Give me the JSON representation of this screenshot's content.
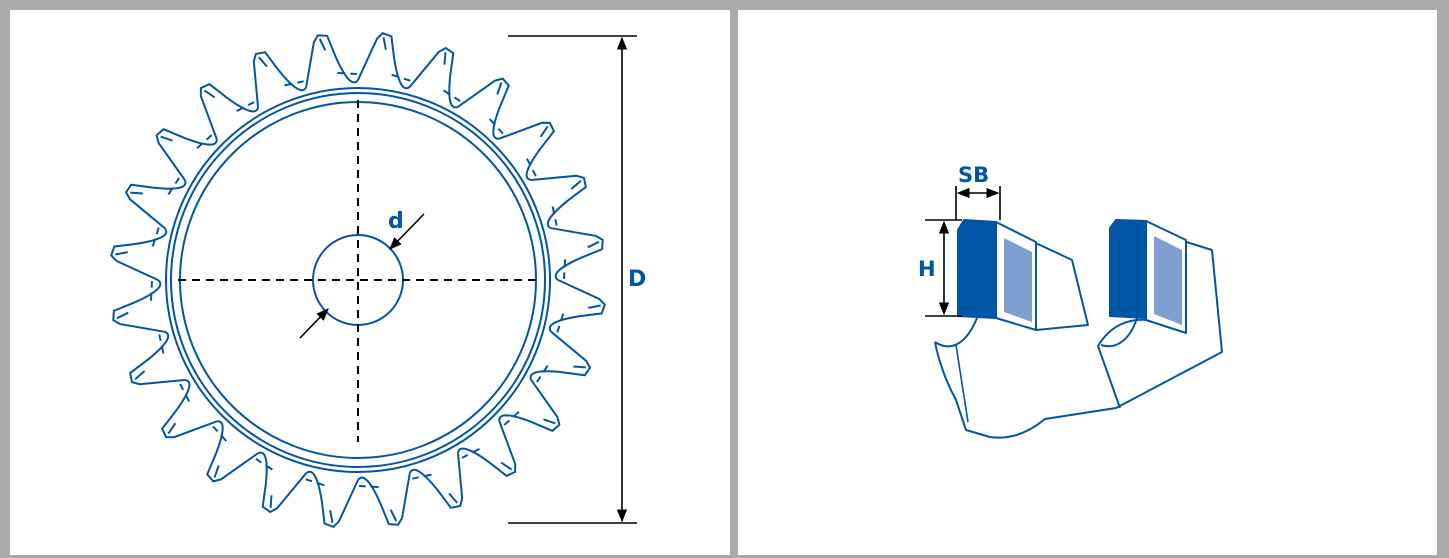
{
  "colors": {
    "blue": "#0055a5",
    "blue_light": "#7f9fd3",
    "dim": "#000000",
    "frame": "#a9aaac",
    "panel": "#ffffff"
  },
  "labels": {
    "outer_diameter": "D",
    "bore_diameter": "d",
    "tooth_width": "SB",
    "tooth_height": "H"
  },
  "blade": {
    "teeth": 24
  }
}
